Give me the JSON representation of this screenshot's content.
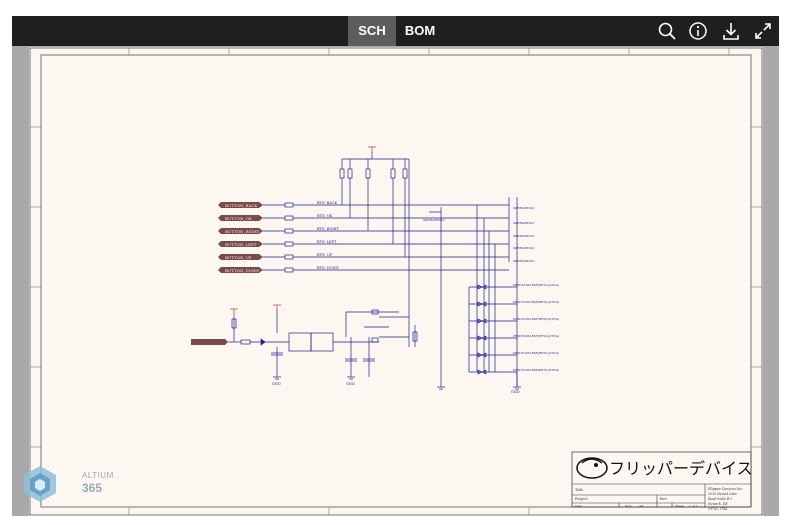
{
  "toolbar": {
    "tabs": [
      {
        "label": "SCH",
        "active": true
      },
      {
        "label": "BOM",
        "active": false
      }
    ],
    "icons": [
      "search-icon",
      "info-icon",
      "download-icon",
      "expand-icon"
    ],
    "colors": {
      "bar": "#1f1f1f",
      "active_tab": "#5c5c5c"
    }
  },
  "schematic": {
    "input_nets": [
      "BUTTON_BACK",
      "BUTTON_OK",
      "BUTTON_RIGHT",
      "BUTTON_LEFT",
      "BUTTON_UP",
      "BUTTON_DOWN"
    ],
    "pin_nets": [
      "BTN_BACK",
      "BTN_OK",
      "BTN_RIGHT",
      "BTN_LEFT",
      "BTN_UP",
      "BTN_DOWN"
    ],
    "switch_part": "SKRHABE010",
    "diode_part": "PESD5V0S1BSF(BETA)(TXTA)",
    "gnd_label": "GND",
    "colors": {
      "wire": "#1f1f8a",
      "port_fill": "#7a4a4a",
      "power": "#c0392b"
    }
  },
  "titleblock": {
    "company_jp": "フリッパーデバイス",
    "company_en": "Flipper Devices Inc",
    "fields": {
      "title": "Title",
      "project": "Project",
      "date_label": "Date",
      "size_label": "Size",
      "sheet_label": "Sheet",
      "rev_label": "Rev",
      "size_value": "A4",
      "sheet_value": "1 of 1"
    },
    "address": [
      "2035 Sunset Lake",
      "Road Suite B-2",
      "Newark, DE",
      "19702, USA"
    ]
  },
  "branding": {
    "line1": "ALTIUM",
    "line2": "365"
  }
}
